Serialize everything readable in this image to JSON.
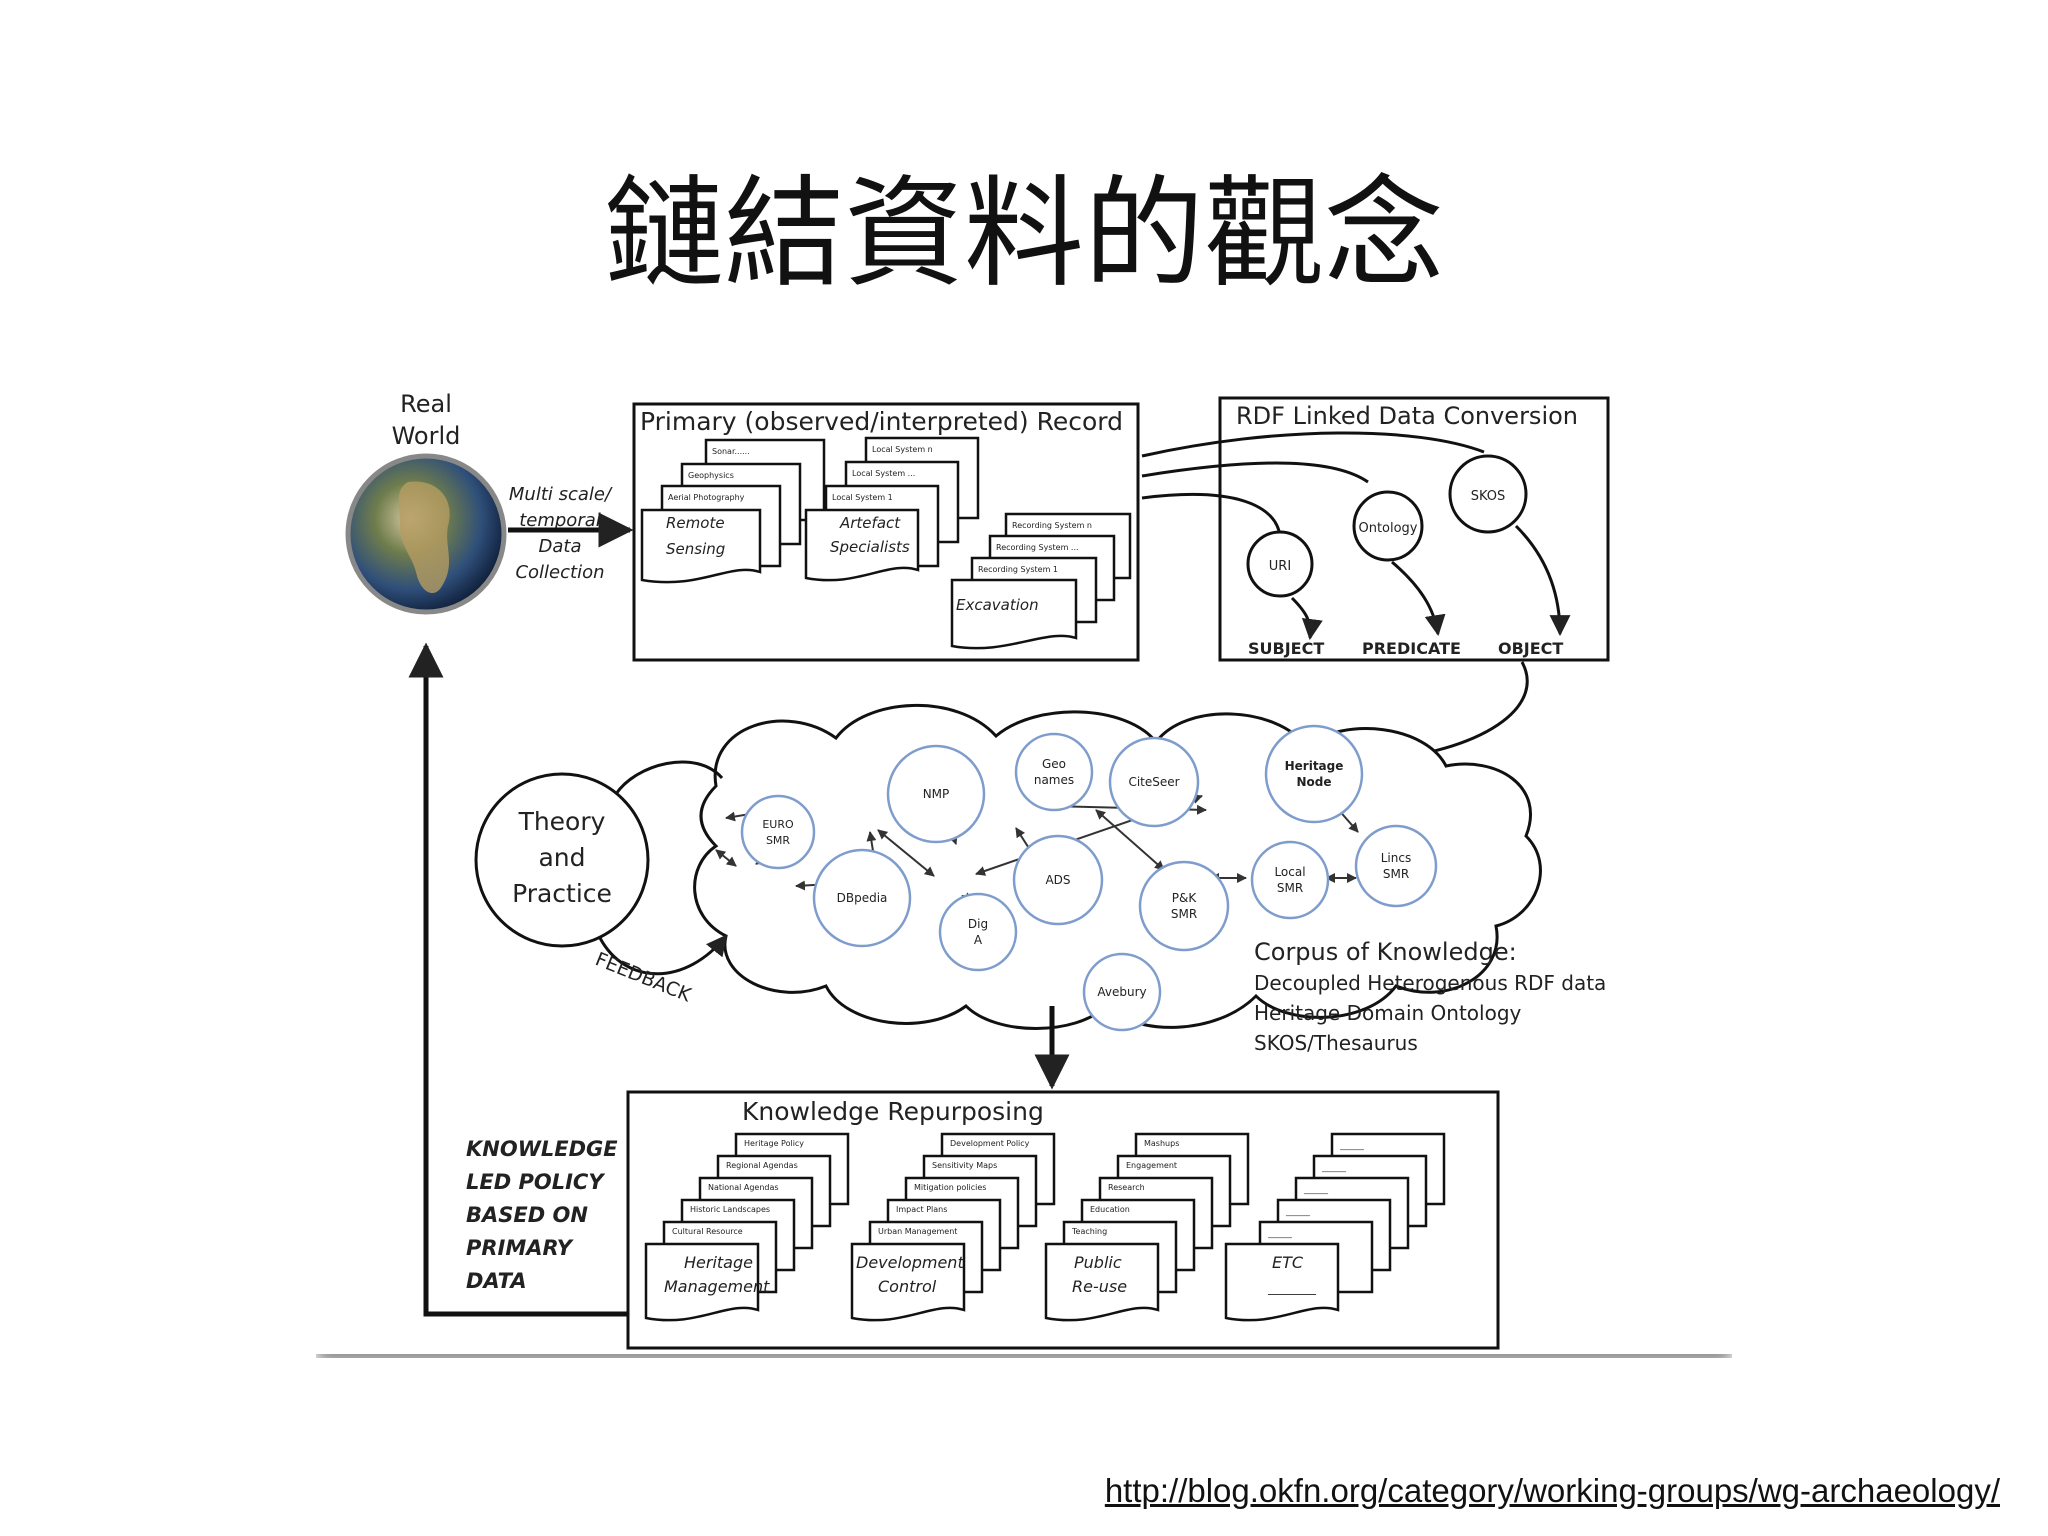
{
  "slide": {
    "title": "鏈結資料的觀念",
    "source_url": "http://blog.okfn.org/category/working-groups/wg-archaeology/"
  },
  "diagram": {
    "real_world": {
      "line1": "Real",
      "line2": "World"
    },
    "collection_label": [
      "Multi scale/",
      "temporal",
      "Data",
      "Collection"
    ],
    "primary_record": {
      "title": "Primary (observed/interpreted) Record",
      "remote_stack": [
        "Sonar......",
        "Geophysics",
        "Aerial Photography"
      ],
      "remote_front": [
        "Remote",
        "Sensing"
      ],
      "artefact_stack": [
        "Local System n",
        "Local System ...",
        "Local System 1"
      ],
      "artefact_front": [
        "Artefact",
        "Specialists"
      ],
      "excavation_stack": [
        "Recording System n",
        "Recording System ...",
        "Recording System 1"
      ],
      "excavation_front": "Excavation"
    },
    "rdf": {
      "title": "RDF Linked Data Conversion",
      "uri": "URI",
      "ontology": "Ontology",
      "skos": "SKOS",
      "subject": "SUBJECT",
      "predicate": "PREDICATE",
      "object": "OBJECT"
    },
    "theory": [
      "Theory",
      "and",
      "Practice"
    ],
    "feedback": "FEEDBACK",
    "nodes": {
      "euro": [
        "EURO",
        "SMR"
      ],
      "nmp": "NMP",
      "geo": [
        "Geo",
        "names"
      ],
      "citeseer": "CiteSeer",
      "heritage": [
        "Heritage",
        "Node"
      ],
      "dbpedia": "DBpedia",
      "ads": "ADS",
      "dig": [
        "Dig",
        "A"
      ],
      "pk": [
        "P&K",
        "SMR"
      ],
      "local": [
        "Local",
        "SMR"
      ],
      "lincs": [
        "Lincs",
        "SMR"
      ],
      "avebury": "Avebury"
    },
    "corpus": [
      "Corpus of Knowledge:",
      "Decoupled Heterogenous RDF data",
      "Heritage Domain Ontology",
      "SKOS/Thesaurus"
    ],
    "knowledge_led": [
      "KNOWLEDGE",
      "LED POLICY",
      "BASED ON",
      "PRIMARY",
      "DATA"
    ],
    "repurposing": {
      "title": "Knowledge Repurposing",
      "heritage_stack": [
        "Heritage Policy",
        "Regional Agendas",
        "National Agendas",
        "Historic Landscapes",
        "Cultural Resource"
      ],
      "heritage_front": [
        "Heritage",
        "Management"
      ],
      "development_stack": [
        "Development Policy",
        "Sensitivity Maps",
        "Mitigation policies",
        "Impact Plans",
        "Urban Management"
      ],
      "development_front": [
        "Development",
        "Control"
      ],
      "public_stack": [
        "Mashups",
        "Engagement",
        "Research",
        "Education",
        "Teaching"
      ],
      "public_front": [
        "Public",
        "Re-use"
      ],
      "etc_stack": [
        "______",
        "______",
        "______",
        "______",
        "______"
      ],
      "etc_front": [
        "ETC",
        "________"
      ]
    }
  }
}
